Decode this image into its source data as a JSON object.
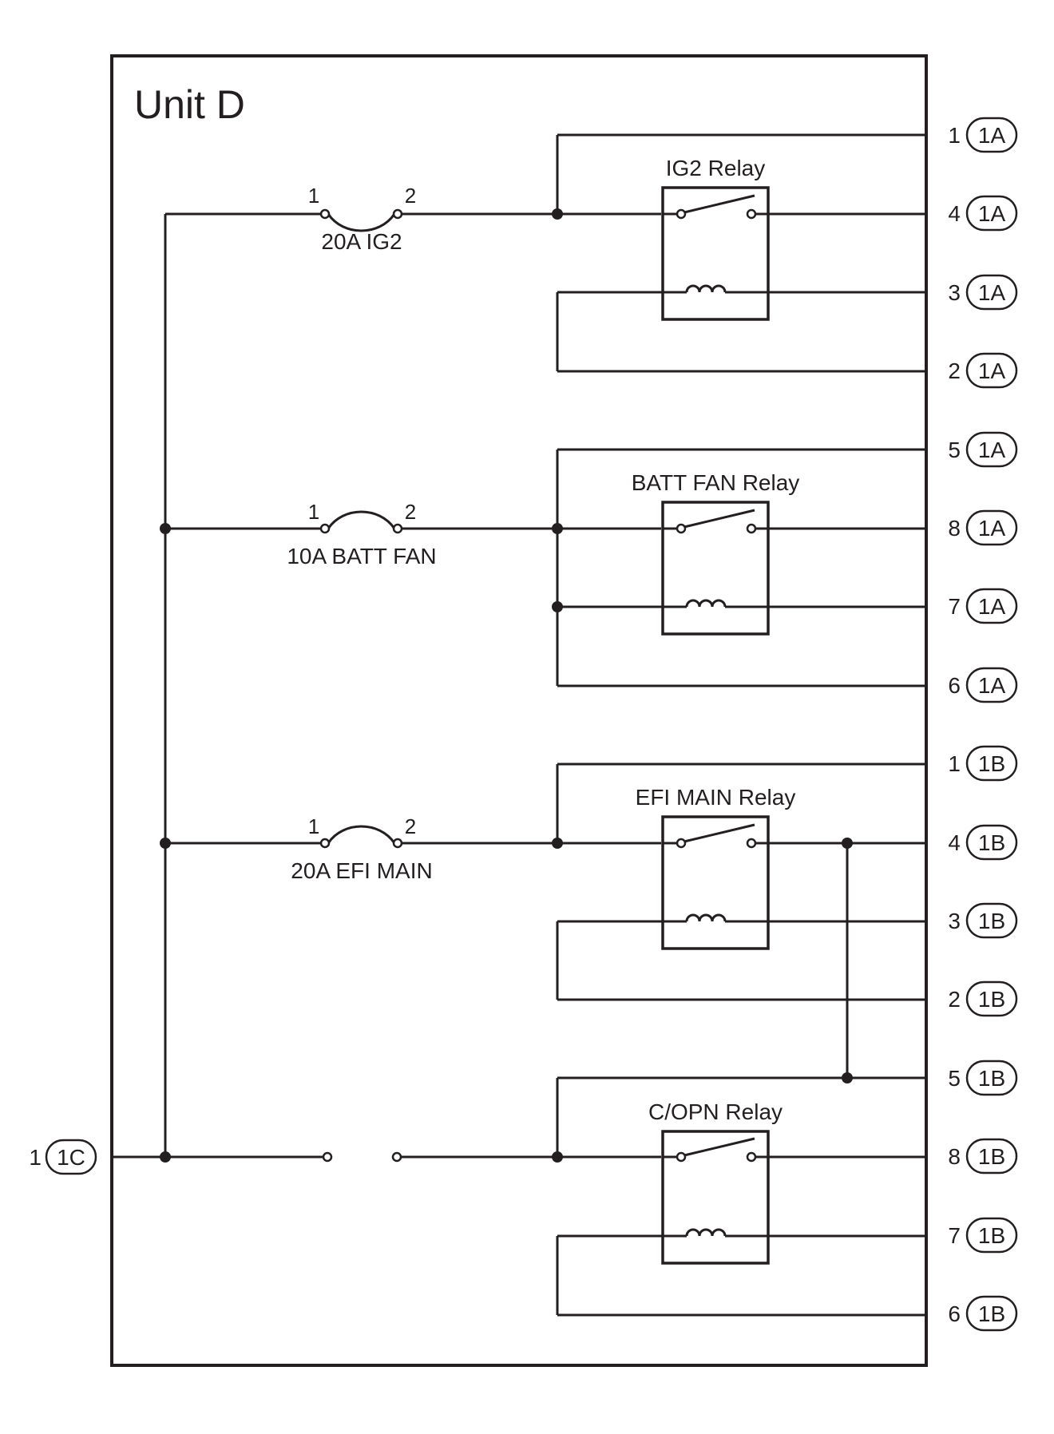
{
  "unit_title": "Unit D",
  "fuses": [
    {
      "label": "20A IG2",
      "pin_left": "1",
      "pin_right": "2"
    },
    {
      "label": "10A BATT FAN",
      "pin_left": "1",
      "pin_right": "2"
    },
    {
      "label": "20A EFI MAIN",
      "pin_left": "1",
      "pin_right": "2"
    }
  ],
  "relays": [
    {
      "label": "IG2 Relay"
    },
    {
      "label": "BATT FAN Relay"
    },
    {
      "label": "EFI MAIN Relay"
    },
    {
      "label": "C/OPN Relay"
    }
  ],
  "connectors": [
    {
      "pin": "1",
      "conn": "1A"
    },
    {
      "pin": "4",
      "conn": "1A"
    },
    {
      "pin": "3",
      "conn": "1A"
    },
    {
      "pin": "2",
      "conn": "1A"
    },
    {
      "pin": "5",
      "conn": "1A"
    },
    {
      "pin": "8",
      "conn": "1A"
    },
    {
      "pin": "7",
      "conn": "1A"
    },
    {
      "pin": "6",
      "conn": "1A"
    },
    {
      "pin": "1",
      "conn": "1B"
    },
    {
      "pin": "4",
      "conn": "1B"
    },
    {
      "pin": "3",
      "conn": "1B"
    },
    {
      "pin": "2",
      "conn": "1B"
    },
    {
      "pin": "5",
      "conn": "1B"
    },
    {
      "pin": "8",
      "conn": "1B"
    },
    {
      "pin": "7",
      "conn": "1B"
    },
    {
      "pin": "6",
      "conn": "1B"
    }
  ],
  "input_connector": {
    "pin": "1",
    "conn": "1C"
  }
}
